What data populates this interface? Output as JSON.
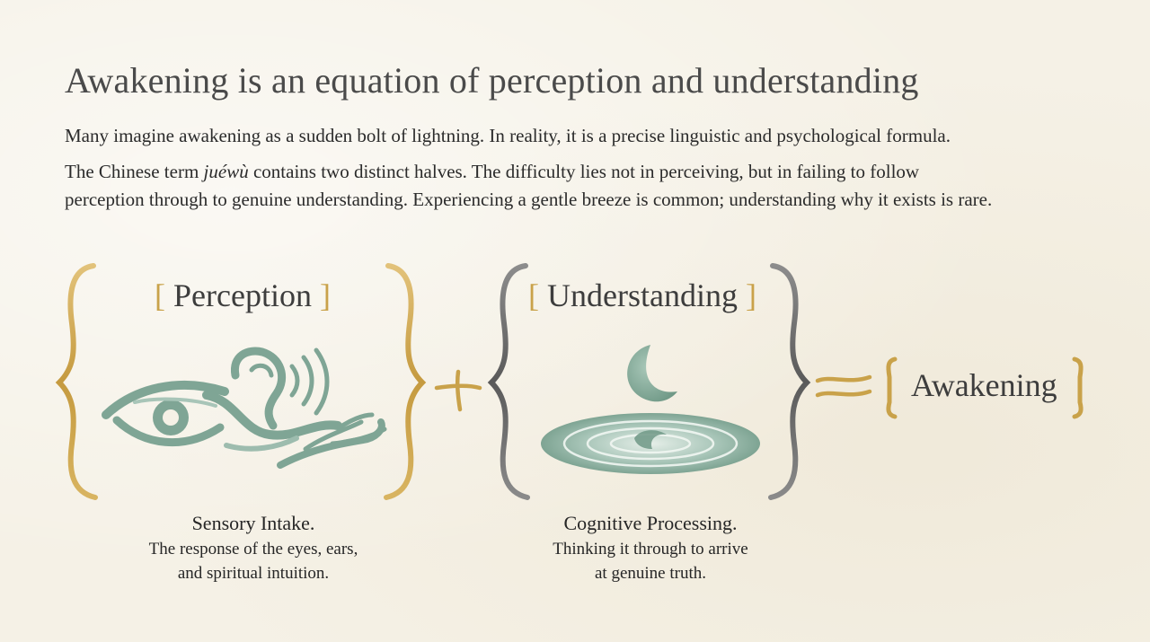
{
  "title": "Awakening is an equation of perception and understanding",
  "intro": "Many imagine awakening as a sudden bolt of lightning. In reality, it is a precise linguistic and psychological formula.",
  "para2": {
    "prefix": "The Chinese term ",
    "term": "juéwù",
    "rest_line1": " contains two distinct halves. The difficulty lies not in perceiving, but in failing to follow",
    "line2": "perception through to genuine understanding. Experiencing a gentle breeze is common; understanding why it exists is rare."
  },
  "equation": {
    "perception": {
      "label": "Perception",
      "heading": "Sensory Intake.",
      "desc_line1": "The response of the eyes, ears,",
      "desc_line2": "and spiritual intuition."
    },
    "plus": "+",
    "understanding": {
      "label": "Understanding",
      "heading": "Cognitive Processing.",
      "desc_line1": "Thinking it through to arrive",
      "desc_line2": "at genuine truth."
    },
    "equals": "≈",
    "result": {
      "label": "Awakening"
    },
    "open_bracket": "[",
    "close_bracket": "]"
  },
  "colors": {
    "gold": "#c9a24a",
    "gray": "#6e6e6e",
    "sage": "#7fa595",
    "background": "#f5f1e6"
  },
  "icons": [
    "eye-icon",
    "ear-icon",
    "open-hand-icon",
    "crescent-moon-icon",
    "water-ripple-icon"
  ]
}
